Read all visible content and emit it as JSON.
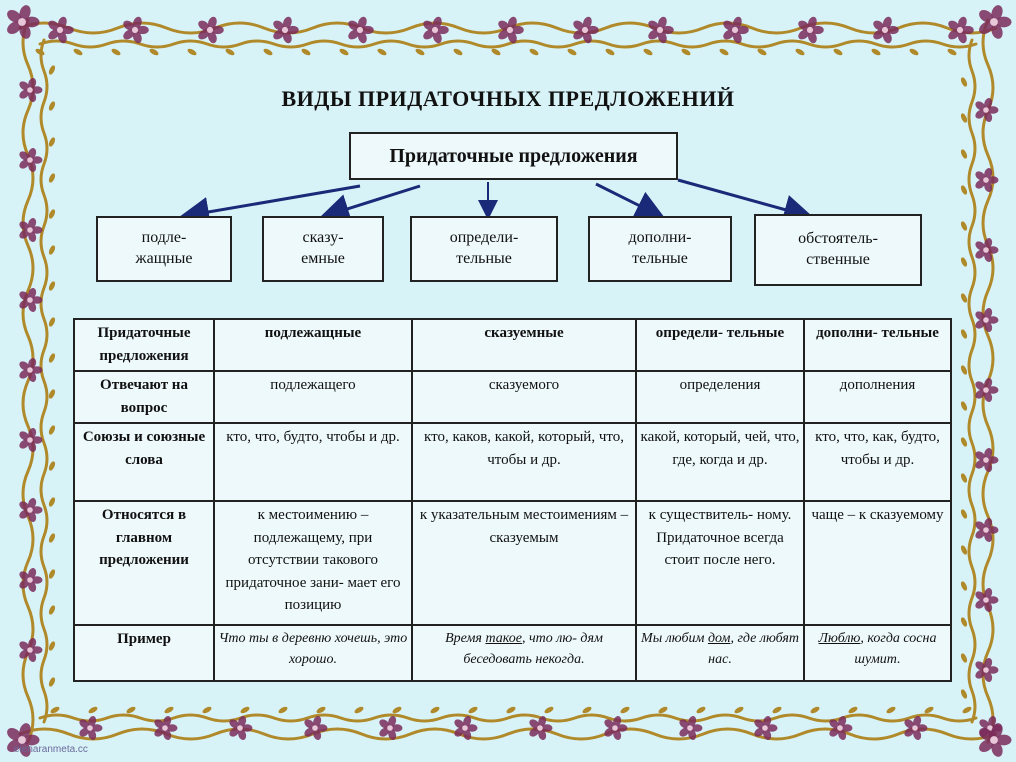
{
  "title": "ВИДЫ ПРИДАТОЧНЫХ ПРЕДЛОЖЕНИЙ",
  "root": "Придаточные предложения",
  "kinds": [
    {
      "line1": "подле-",
      "line2": "жащные"
    },
    {
      "line1": "сказу-",
      "line2": "емные"
    },
    {
      "line1": "определи-",
      "line2": "тельные"
    },
    {
      "line1": "дополни-",
      "line2": "тельные"
    },
    {
      "line1": "обстоятель-",
      "line2": "ственные"
    }
  ],
  "table": {
    "header": [
      "Придаточные предложения",
      "подлежащные",
      "сказуемные",
      "определи- тельные",
      "дополни- тельные"
    ],
    "rows": [
      {
        "label": "Отвечают на вопрос",
        "cells": [
          "подлежащего",
          "сказуемого",
          "определения",
          "дополнения"
        ]
      },
      {
        "label": "Союзы и союзные слова",
        "cells": [
          "кто, что, будто, чтобы и др.",
          "кто, каков, какой, который, что, чтобы и др.",
          "какой, который, чей, что, где, когда и др.",
          "кто, что, как, будто, чтобы и др."
        ]
      },
      {
        "label": "Относятся в главном предложении",
        "cells": [
          "к местоимению – подлежащему, при отсутствии такового придаточное зани- мает его позицию",
          "к указательным местоимениям – сказуемым",
          "к существитель- ному. Придаточное всегда стоит после него.",
          "чаще – к сказуемому"
        ]
      }
    ],
    "example_label": "Пример",
    "examples": [
      {
        "a": "Что",
        "b": " ты в деревню хочешь, это хорошо."
      },
      {
        "a": "Время ",
        "u": "такое",
        "b": ", что лю- дям беседовать некогда."
      },
      {
        "a": "Мы любим ",
        "u": "дом",
        "b": ", где любят нас."
      },
      {
        "a": "",
        "u": "Люблю",
        "b": ", когда сосна шумит."
      }
    ]
  },
  "watermark": "elenaranmeta.cc",
  "colors": {
    "background": "#d8f3f8",
    "vine": "#b08a2a",
    "flower": "#7a2a5a",
    "arrow": "#1a2a78"
  }
}
